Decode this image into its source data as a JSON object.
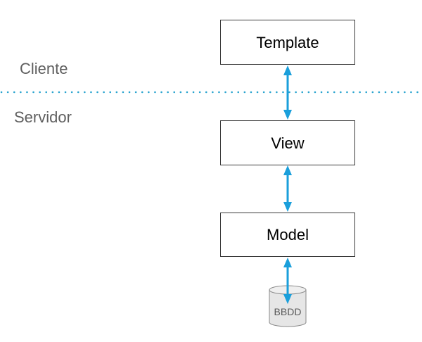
{
  "zones": {
    "client_label": "Cliente",
    "server_label": "Servidor"
  },
  "layers": {
    "template_label": "Template",
    "view_label": "View",
    "model_label": "Model"
  },
  "database": {
    "label": "BBDD"
  },
  "colors": {
    "connector": "#1a9fdb",
    "divider": "#2aa4cf",
    "box_border": "#3a3a3a",
    "zone_text": "#5f5f5f",
    "database_fill": "#e6e6e6"
  }
}
